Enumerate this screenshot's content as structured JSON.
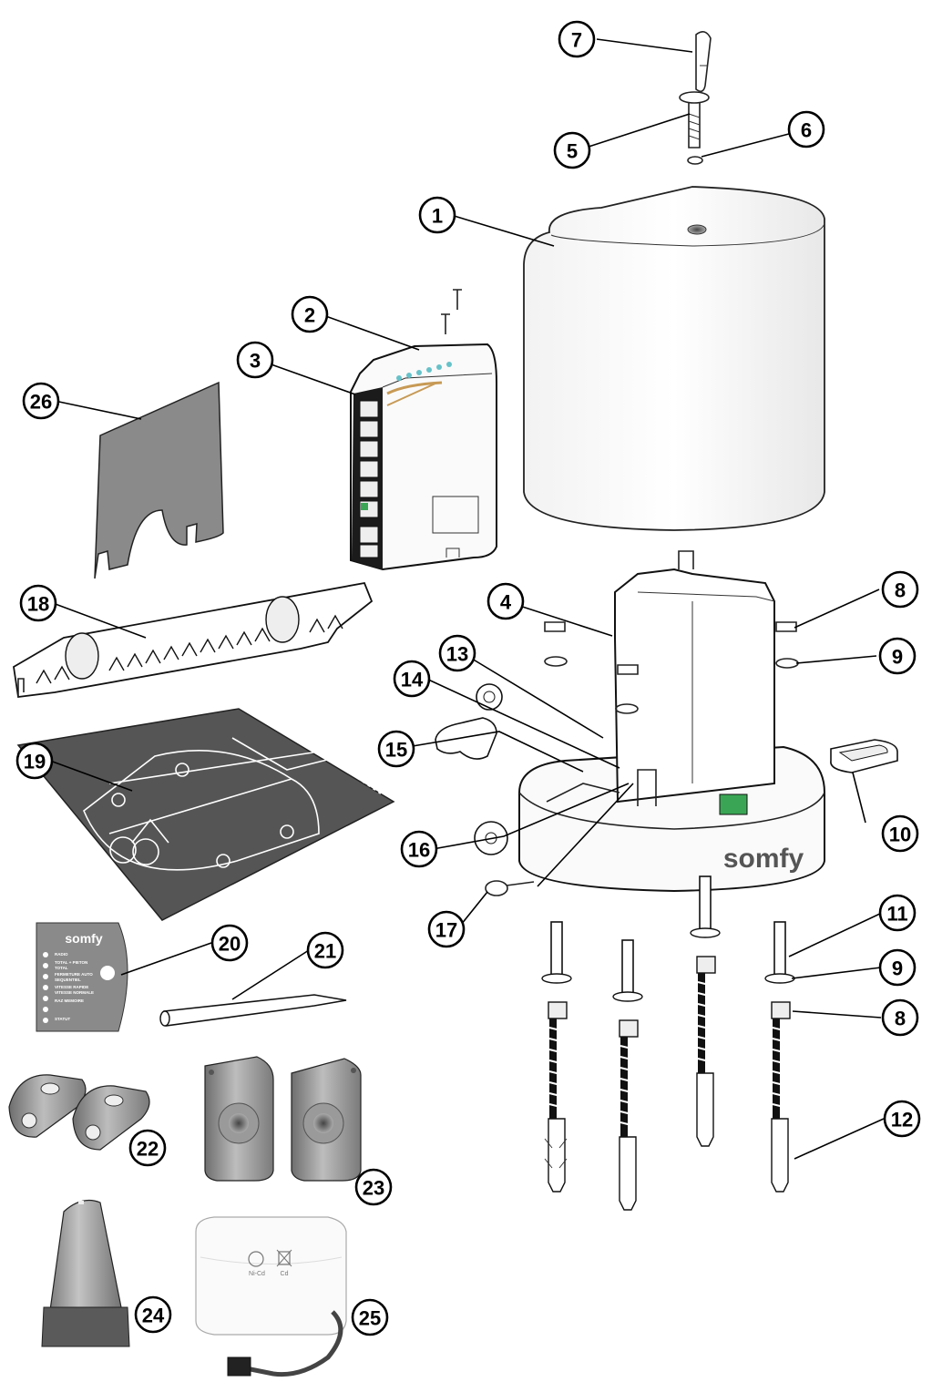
{
  "brand": {
    "logo_text": "somfy"
  },
  "control_label": {
    "items": [
      "RADIO",
      "TOTAL + PIETON",
      "TOTAL",
      "FERMETURE AUTO",
      "SEQUENTIEL",
      "VITESSE RAPIDE",
      "VITESSE NORMALE",
      "RAZ MEMOIRE",
      "STATUT"
    ]
  },
  "battery": {
    "label_1": "Ni-Cd",
    "label_2": "Cd"
  },
  "callouts": [
    "1",
    "2",
    "3",
    "4",
    "5",
    "6",
    "7",
    "8",
    "8",
    "9",
    "9",
    "10",
    "11",
    "12",
    "13",
    "14",
    "15",
    "16",
    "17",
    "18",
    "19",
    "20",
    "21",
    "22",
    "23",
    "24",
    "25",
    "26"
  ],
  "colors": {
    "line": "#222222",
    "panel_dark": "#555555",
    "panel_grey": "#8a8a8a",
    "teal_led": "#66c2c9",
    "green_terminal": "#3aa655"
  }
}
